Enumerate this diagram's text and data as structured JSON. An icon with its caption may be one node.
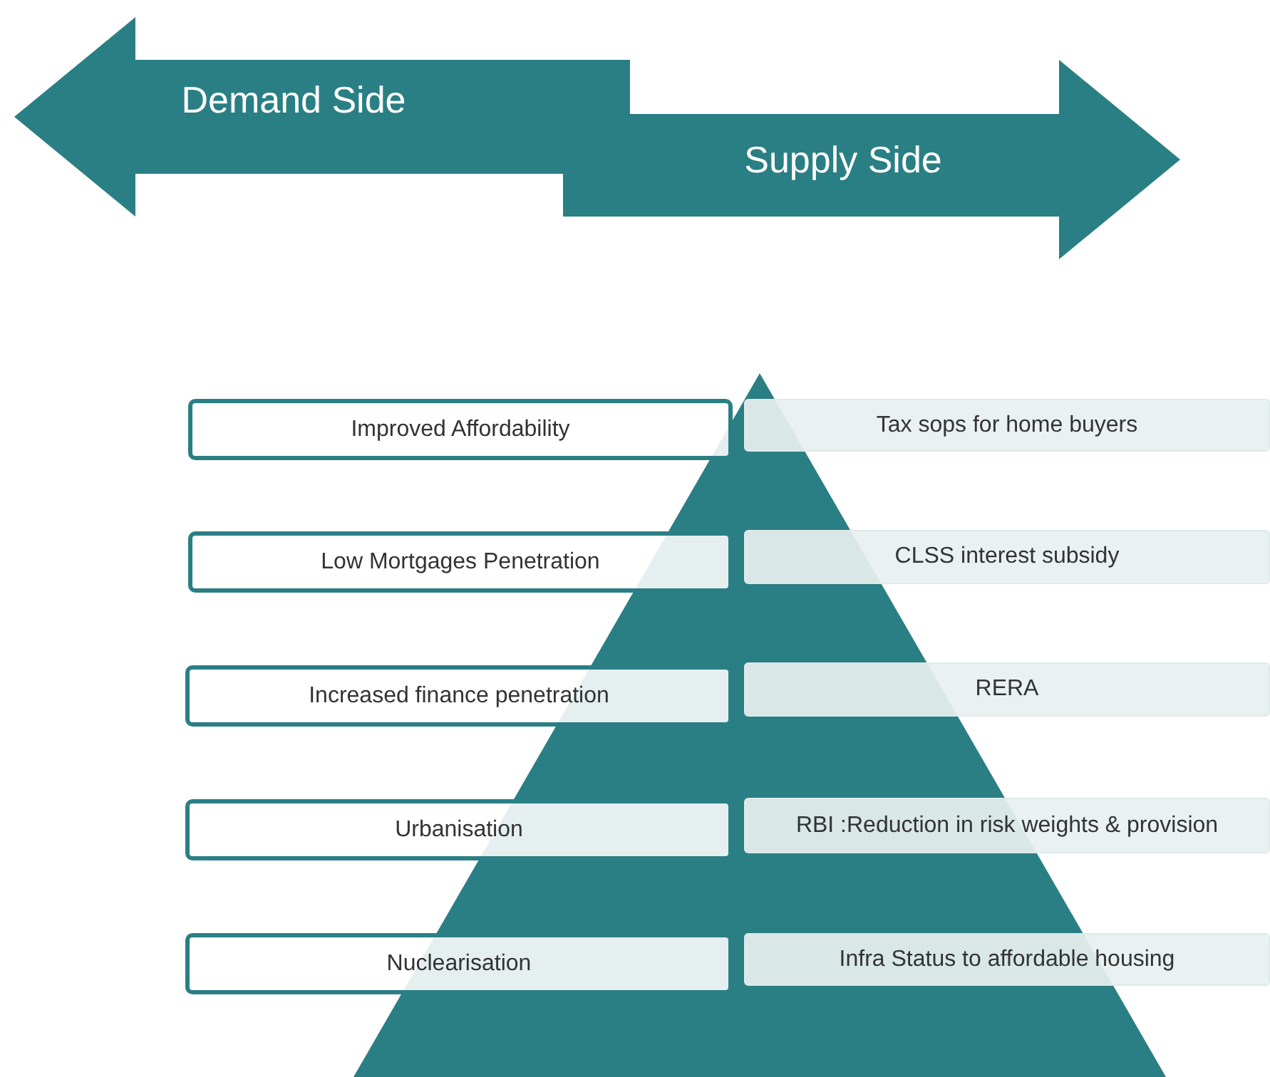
{
  "diagram": {
    "nodes": [
      {
        "text": [
          "Demand Side"
        ]
      },
      {
        "text": [
          "Supply Side"
        ]
      },
      {
        "text": [
          "Improved Affordability"
        ]
      },
      {
        "text": [
          "Tax sops for home buyers"
        ]
      },
      {
        "text": [
          "Low Mortgages Penetration"
        ]
      },
      {
        "text": [
          "CLSS interest subsidy"
        ]
      },
      {
        "text": [
          "Increased finance penetration"
        ]
      },
      {
        "text": [
          "RERA"
        ]
      },
      {
        "text": [
          "Urbanisation"
        ]
      },
      {
        "text": [
          "RBI :Reduction in risk weights & provision"
        ]
      },
      {
        "text": [
          "Nuclearisation"
        ]
      },
      {
        "text": [
          "Infra Status to affordable housing"
        ]
      }
    ],
    "edges": []
  }
}
